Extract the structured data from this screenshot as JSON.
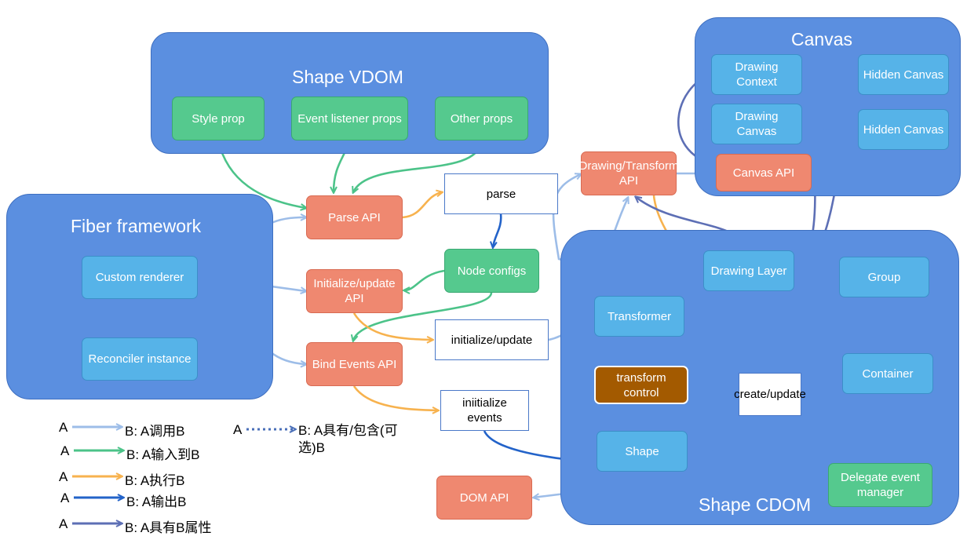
{
  "groups": {
    "shape_vdom": "Shape VDOM",
    "canvas": "Canvas",
    "fiber": "Fiber framework",
    "shape_cdom": "Shape CDOM"
  },
  "nodes": {
    "style_prop": "Style prop",
    "event_listener_props": "Event listener props",
    "other_props": "Other props",
    "drawing_context": "Drawing Context",
    "hidden_canvas_1": "Hidden Canvas",
    "drawing_canvas": "Drawing Canvas",
    "hidden_canvas_2": "Hidden Canvas",
    "canvas_api": "Canvas API",
    "custom_renderer": "Custom renderer",
    "reconciler_instance": "Reconciler instance",
    "parse_api": "Parse API",
    "initialize_update_api": "Initialize/update API",
    "bind_events_api": "Bind Events API",
    "parse": "parse",
    "node_configs": "Node configs",
    "initialize_update": "initialize/update",
    "initialize_events": "iniitialize events",
    "drawing_transform_api": "Drawing/Transform API",
    "drawing_layer": "Drawing Layer",
    "group": "Group",
    "transformer": "Transformer",
    "transform_control": "transform control",
    "create_update": "create/update",
    "container": "Container",
    "shape": "Shape",
    "delegate_event_manager": "Delegate event manager",
    "dom_api": "DOM API"
  },
  "legend": {
    "a": "A",
    "calls": "B: A调用B",
    "input_to": "B: A输入到B",
    "executes": "B: A执行B",
    "outputs": "B: A输出B",
    "has_attr": "B: A具有B属性",
    "contains": "B: A具有/包含(可选)B"
  },
  "colors": {
    "calls": "#9dbde8",
    "input_to": "#4cc389",
    "executes": "#f7b24e",
    "outputs": "#2363c9",
    "has_attr": "#5d6fb5",
    "contains": "#4a6fb8",
    "group_fill": "#5b8fe0"
  }
}
